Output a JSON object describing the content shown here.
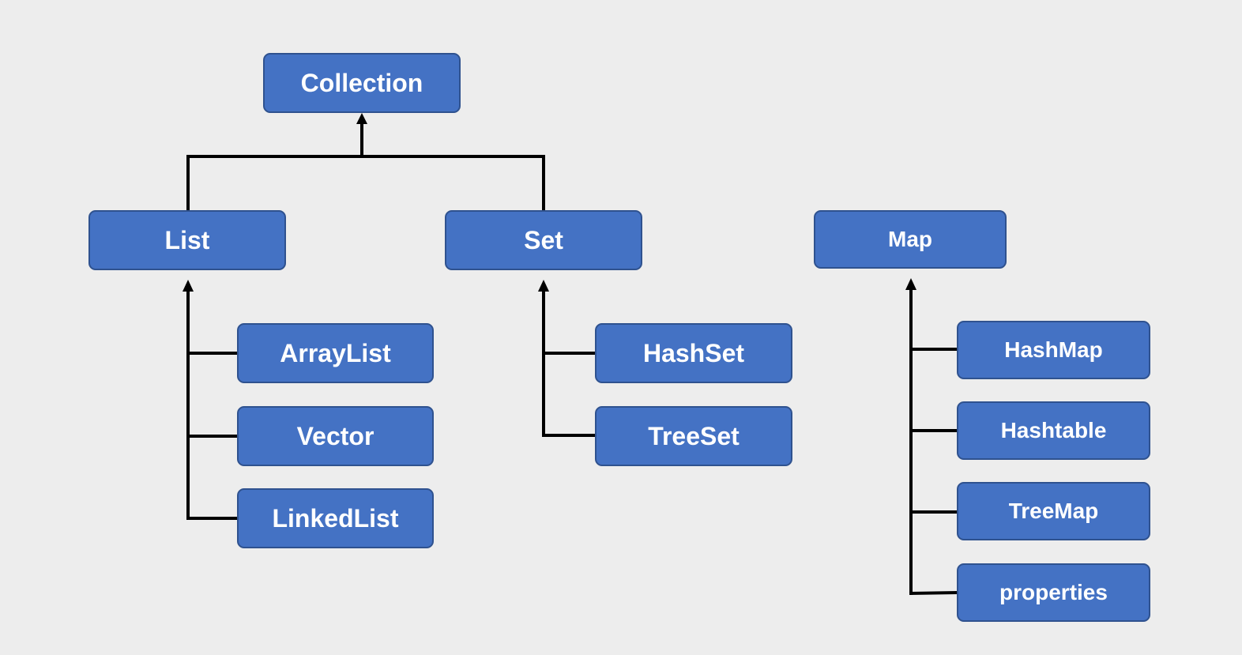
{
  "diagram": {
    "nodes": {
      "collection": "Collection",
      "list": "List",
      "set": "Set",
      "map": "Map",
      "arraylist": "ArrayList",
      "vector": "Vector",
      "linkedlist": "LinkedList",
      "hashset": "HashSet",
      "treeset": "TreeSet",
      "hashmap": "HashMap",
      "hashtable": "Hashtable",
      "treemap": "TreeMap",
      "properties": "properties"
    },
    "edges": [
      {
        "from": "list",
        "to": "collection"
      },
      {
        "from": "set",
        "to": "collection"
      },
      {
        "from": "arraylist",
        "to": "list"
      },
      {
        "from": "vector",
        "to": "list"
      },
      {
        "from": "linkedlist",
        "to": "list"
      },
      {
        "from": "hashset",
        "to": "set"
      },
      {
        "from": "treeset",
        "to": "set"
      },
      {
        "from": "hashmap",
        "to": "map"
      },
      {
        "from": "hashtable",
        "to": "map"
      },
      {
        "from": "treemap",
        "to": "map"
      },
      {
        "from": "properties",
        "to": "map"
      }
    ],
    "colors": {
      "background": "#ededed",
      "node_fill": "#4472c4",
      "node_border": "#2f528f",
      "node_text": "#ffffff",
      "connector": "#000000"
    }
  }
}
